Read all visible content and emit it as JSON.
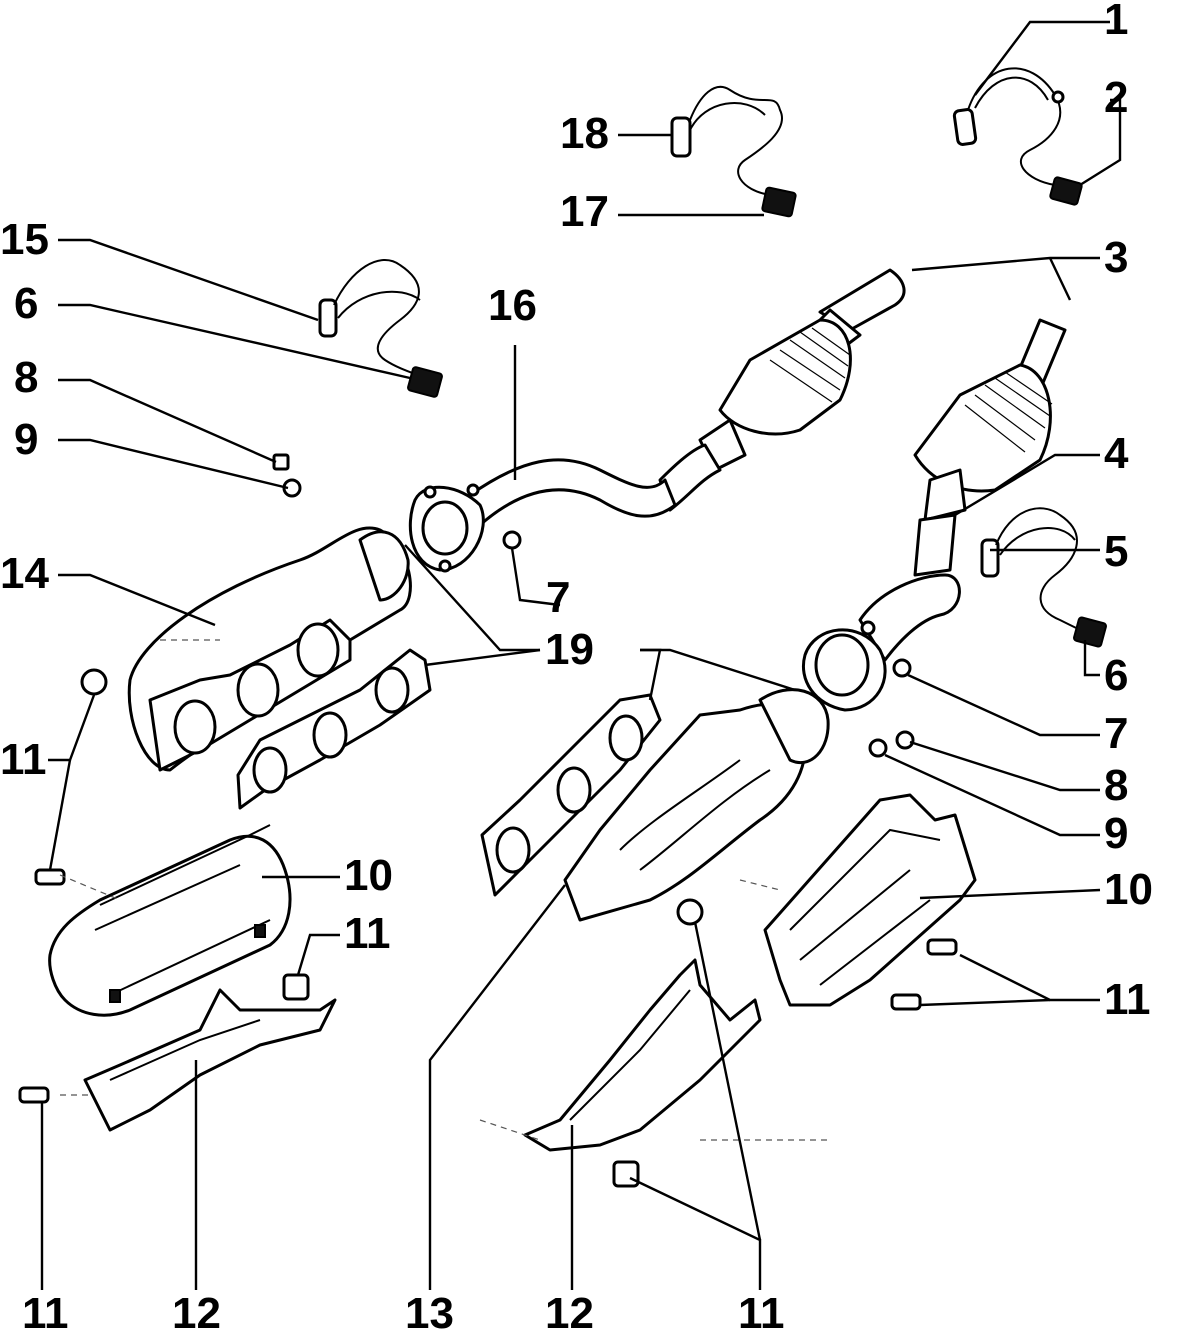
{
  "callouts": {
    "c1": "1",
    "c2": "2",
    "c3": "3",
    "c4": "4",
    "c5": "5",
    "c6a": "6",
    "c6b": "6",
    "c7a": "7",
    "c7b": "7",
    "c8a": "8",
    "c8b": "8",
    "c9a": "9",
    "c9b": "9",
    "c10a": "10",
    "c10b": "10",
    "c11a": "11",
    "c11b": "11",
    "c11c": "11",
    "c11d": "11",
    "c11e": "11",
    "c12a": "12",
    "c12b": "12",
    "c13": "13",
    "c14": "14",
    "c15": "15",
    "c16": "16",
    "c17": "17",
    "c18": "18",
    "c19": "19"
  }
}
